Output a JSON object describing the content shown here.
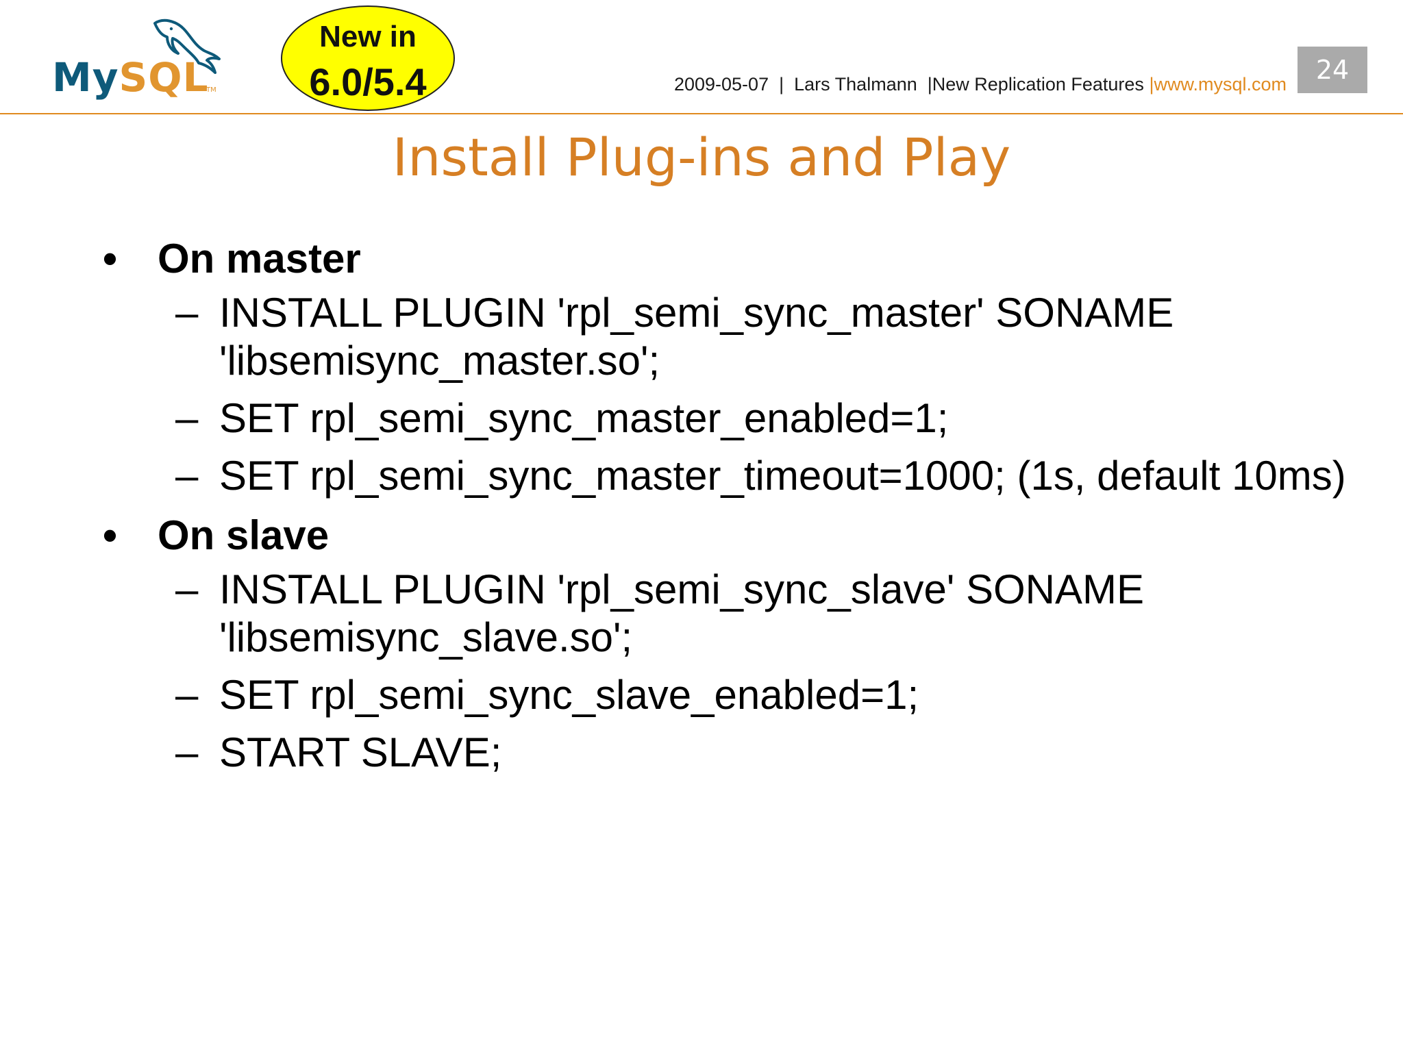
{
  "header": {
    "logo_text_my": "My",
    "logo_text_sql": "SQL",
    "logo_tm": "TM",
    "badge_line1": "New in",
    "badge_line2": "6.0/5.4",
    "date": "2009-05-07",
    "author": "Lars Thalmann",
    "presentation": "New Replication Features",
    "url": "www.mysql.com",
    "page_number": "24",
    "separator": "|",
    "accent_color": "#e08a1f"
  },
  "title": "Install Plug-ins and Play",
  "sections": [
    {
      "bullet": "•",
      "heading": "On master",
      "items": [
        {
          "dash": "–",
          "text": "INSTALL PLUGIN 'rpl_semi_sync_master' SONAME 'libsemisync_master.so';"
        },
        {
          "dash": "–",
          "text": "SET rpl_semi_sync_master_enabled=1;"
        },
        {
          "dash": "–",
          "text": "SET rpl_semi_sync_master_timeout=1000; (1s, default 10ms)"
        }
      ]
    },
    {
      "bullet": "•",
      "heading": "On slave",
      "items": [
        {
          "dash": "–",
          "text": "INSTALL PLUGIN 'rpl_semi_sync_slave' SONAME 'libsemisync_slave.so';"
        },
        {
          "dash": "–",
          "text": "SET rpl_semi_sync_slave_enabled=1;"
        },
        {
          "dash": "–",
          "text": "START SLAVE;"
        }
      ]
    }
  ]
}
